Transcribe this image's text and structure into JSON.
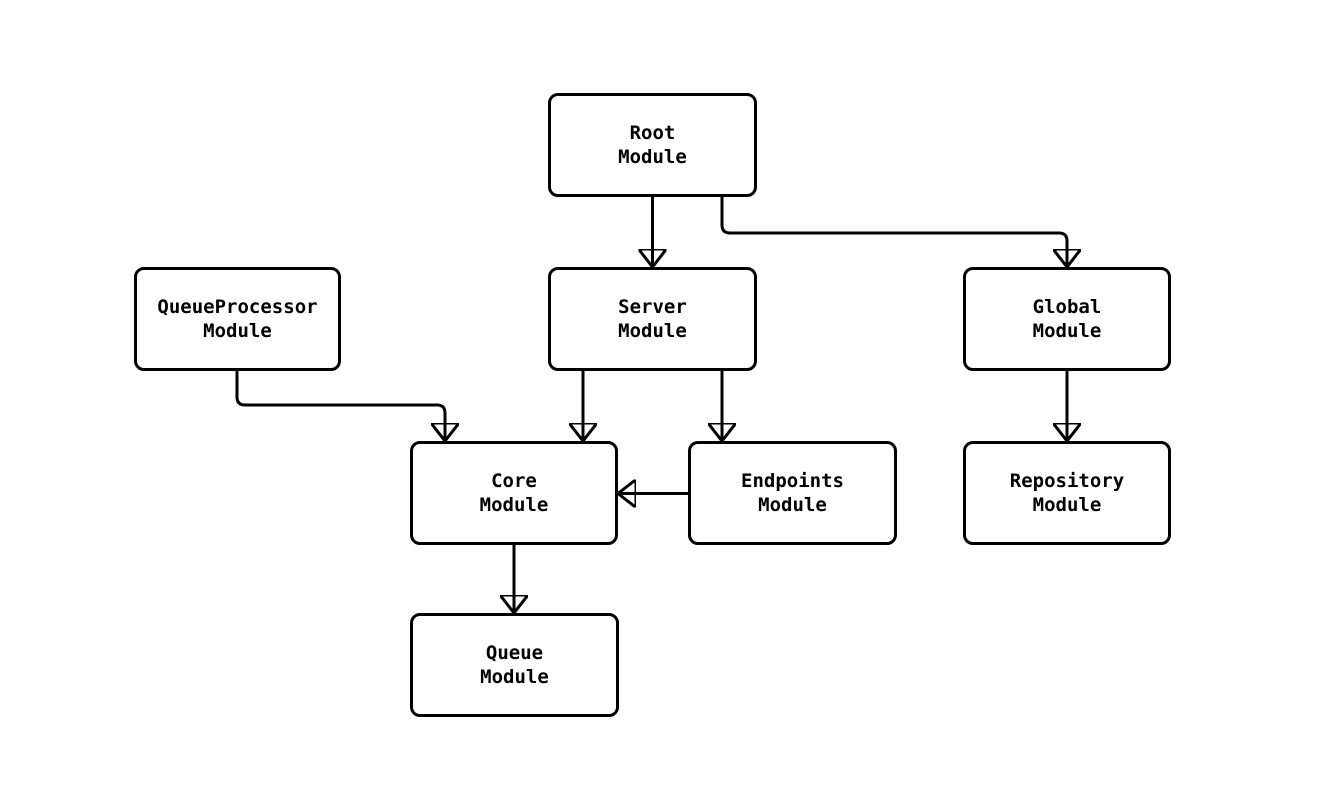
{
  "diagram": {
    "kind": "module-dependency-graph",
    "background_color": "#ffffff",
    "line_color": "#000000",
    "text_color": "#000000",
    "nodes": {
      "root": {
        "label": "Root\nModule"
      },
      "server": {
        "label": "Server\nModule"
      },
      "global": {
        "label": "Global\nModule"
      },
      "queue_processor": {
        "label": "QueueProcessor\nModule"
      },
      "core": {
        "label": "Core\nModule"
      },
      "endpoints": {
        "label": "Endpoints\nModule"
      },
      "repository": {
        "label": "Repository\nModule"
      },
      "queue": {
        "label": "Queue\nModule"
      }
    },
    "edges": [
      {
        "from": "Root Module",
        "to": "Server Module"
      },
      {
        "from": "Root Module",
        "to": "Global Module"
      },
      {
        "from": "QueueProcessor Module",
        "to": "Core Module"
      },
      {
        "from": "Server Module",
        "to": "Core Module"
      },
      {
        "from": "Server Module",
        "to": "Endpoints Module"
      },
      {
        "from": "Endpoints Module",
        "to": "Core Module"
      },
      {
        "from": "Core Module",
        "to": "Queue Module"
      },
      {
        "from": "Global Module",
        "to": "Repository Module"
      }
    ]
  }
}
